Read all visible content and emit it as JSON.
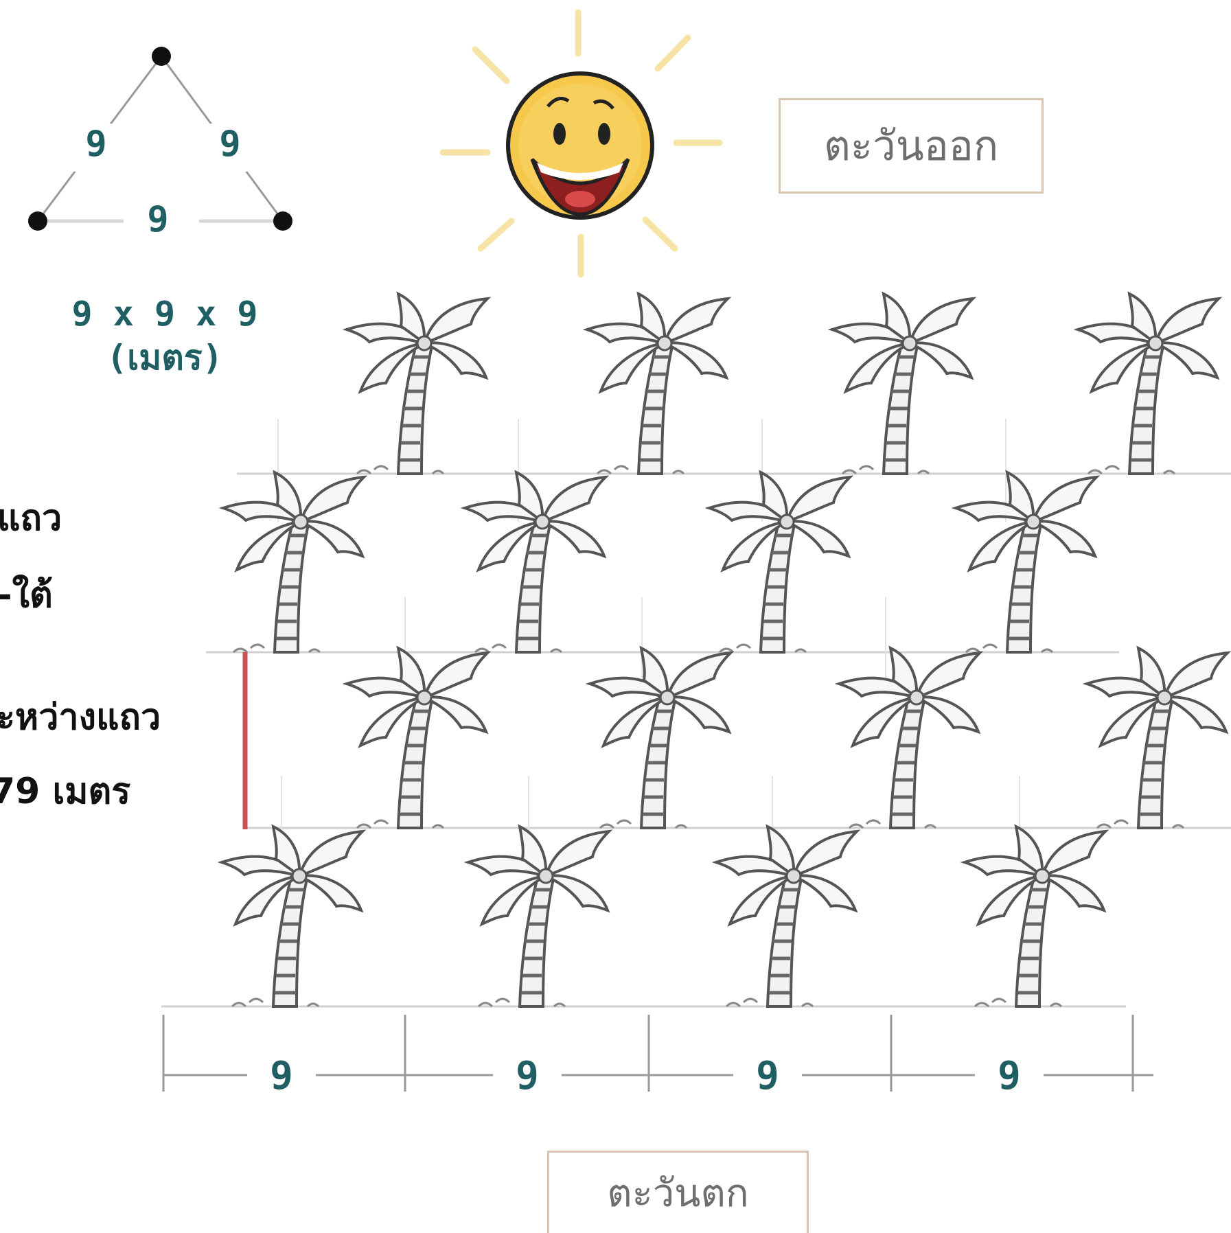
{
  "triangle": {
    "side_left": "9",
    "side_right": "9",
    "side_bottom": "9",
    "formula_line1": "9 x 9 x 9",
    "formula_line2": "(เมตร)"
  },
  "directions": {
    "east": "ตะวันออก",
    "west": "ตะวันตก"
  },
  "notes": {
    "line1": "แถว",
    "line2": "-ใต้",
    "line3": "ะหว่างแถว",
    "line4": "79 เมตร"
  },
  "bottom_spacing": [
    "9",
    "9",
    "9",
    "9"
  ],
  "colors": {
    "number_teal": "#1f5f63",
    "sun_yellow": "#f6c94c",
    "ray_yellow": "#f7e3a6",
    "red_marker": "#c8504e"
  },
  "icons": {
    "sun": "smiling-sun-icon",
    "tree": "coconut-palm-tree-icon"
  }
}
